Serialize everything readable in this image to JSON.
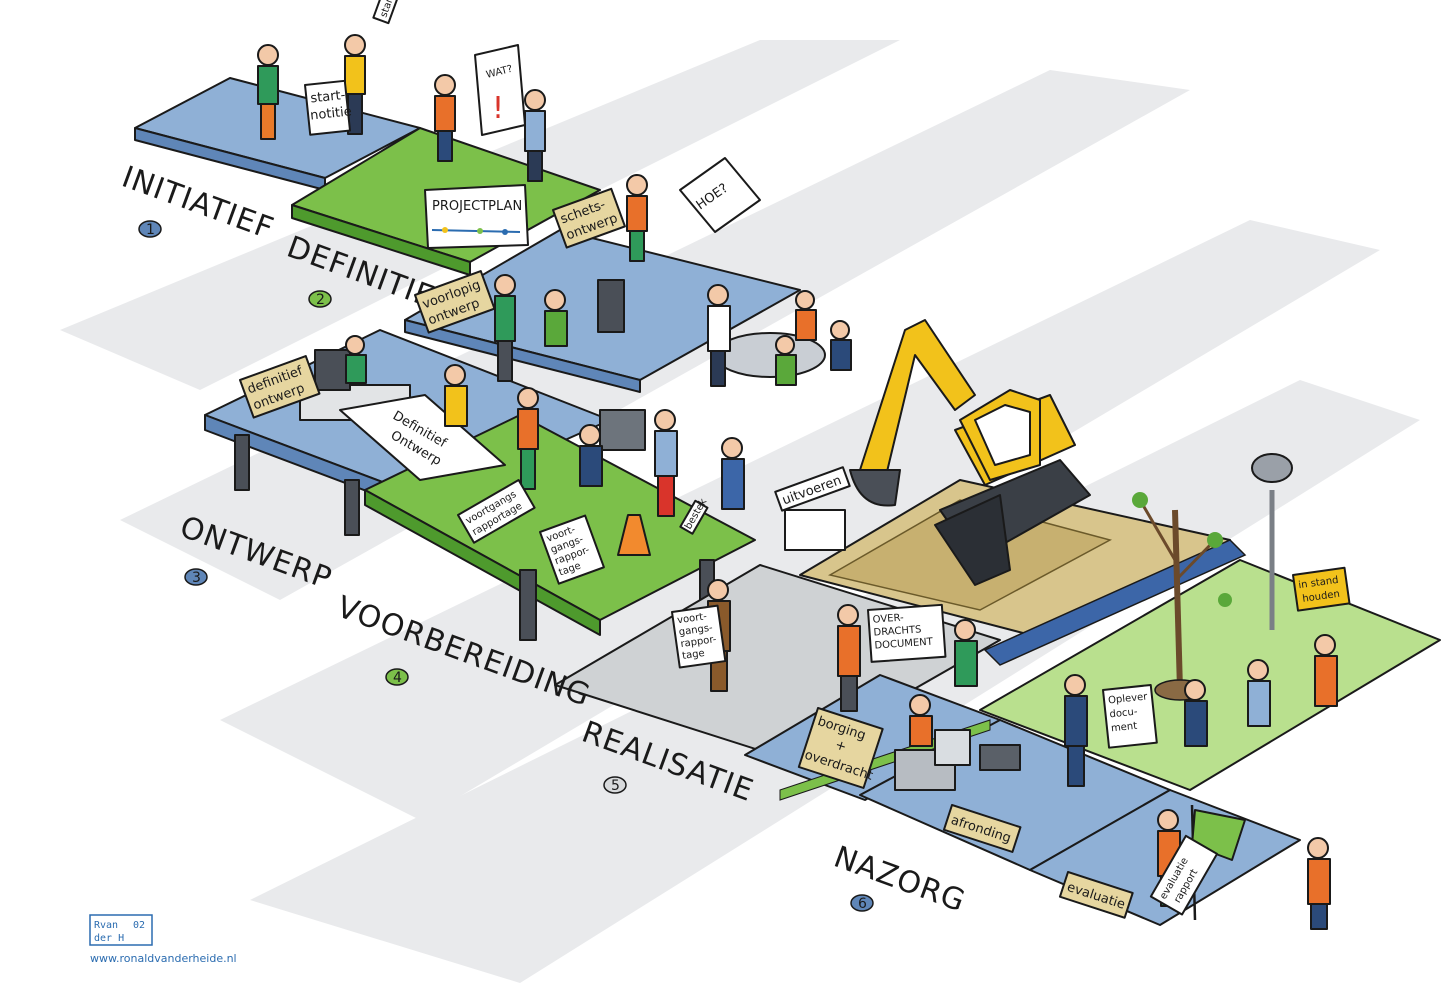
{
  "phases": [
    {
      "label": "INITIATIEF",
      "number": "1"
    },
    {
      "label": "DEFINITIE",
      "number": "2"
    },
    {
      "label": "ONTWERP",
      "number": "3"
    },
    {
      "label": "VOORBEREIDING",
      "number": "4"
    },
    {
      "label": "REALISATIE",
      "number": "5"
    },
    {
      "label": "NAZORG",
      "number": "6"
    }
  ],
  "signs": {
    "start": "start",
    "startnotitie_1": "start-",
    "startnotitie_2": "notitie",
    "wat": "WAT?",
    "excl": "!",
    "projectplan": "PROJECTPLAN",
    "hoe": "HOE?",
    "schets_1": "schets-",
    "schets_2": "ontwerp",
    "voorlopig_1": "voorlopig",
    "voorlopig_2": "ontwerp",
    "definitief_1": "definitief",
    "definitief_2": "ontwerp",
    "def_ontwerp_1": "Definitief",
    "def_ontwerp_2": "Ontwerp",
    "voortgang_a_1": "voortgangs",
    "voortgang_a_2": "rapportage",
    "voortgang_b_1": "voort-",
    "voortgang_b_2": "gangs-",
    "voortgang_b_3": "rappor-",
    "voortgang_b_4": "tage",
    "bestek": "bestek",
    "uitvoeren": "uitvoeren",
    "voortgang_c_1": "voort-",
    "voortgang_c_2": "gangs-",
    "voortgang_c_3": "rappor-",
    "voortgang_c_4": "tage",
    "overdracht_1": "OVER-",
    "overdracht_2": "DRACHTS",
    "overdracht_3": "DOCUMENT",
    "borging_1": "borging",
    "borging_2": "+",
    "borging_3": "overdracht",
    "afronding": "afronding",
    "oplever_1": "Oplever",
    "oplever_2": "docu-",
    "oplever_3": "ment",
    "instand_1": "in stand",
    "instand_2": "houden",
    "evaluatie": "evaluatie",
    "evalrapport_1": "evaluatie",
    "evalrapport_2": "rapport"
  },
  "credit": {
    "sig_1": "Rvan",
    "sig_2": "der H",
    "sig_year": "02",
    "url": "www.ronaldvanderheide.nl"
  },
  "colors": {
    "blue_platform": "#8fb0d6",
    "green_platform": "#7cc04a",
    "grey_road": "#cfd2d4",
    "sand": "#d8c58c",
    "excavator_yellow": "#f2c21b",
    "sign_yellow": "#e6d6a0",
    "ink": "#1a1a1a"
  }
}
